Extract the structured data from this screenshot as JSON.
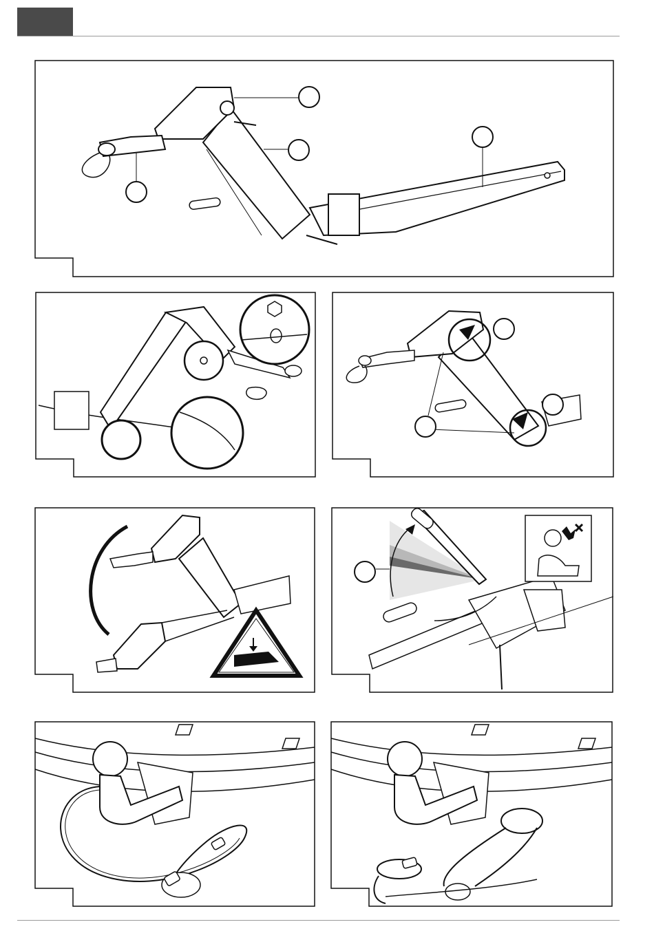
{
  "header": {
    "block_color": "#4a4a4a",
    "rule_color": "#9a9a9a"
  },
  "figures": [
    {
      "id": "fig-1",
      "subject": "tow-bar-assembly-overview",
      "callouts": 4
    },
    {
      "id": "fig-2",
      "subject": "tow-bar-detail-insets",
      "callouts": 0
    },
    {
      "id": "fig-3",
      "subject": "tow-bar-rotation-arrows",
      "callouts": 3
    },
    {
      "id": "fig-4",
      "subject": "tow-bar-swing-with-crush-warning",
      "callouts": 0
    },
    {
      "id": "fig-5",
      "subject": "lever-angle-with-hearing-warning",
      "callouts": 1
    },
    {
      "id": "fig-6",
      "subject": "safety-cable-loop-on-ball",
      "callouts": 0
    },
    {
      "id": "fig-7",
      "subject": "safety-cable-looped-alternative",
      "callouts": 0
    }
  ],
  "icons": {
    "warning": "hand-crush-warning-icon",
    "hearing": "hearing-protection-icon"
  }
}
